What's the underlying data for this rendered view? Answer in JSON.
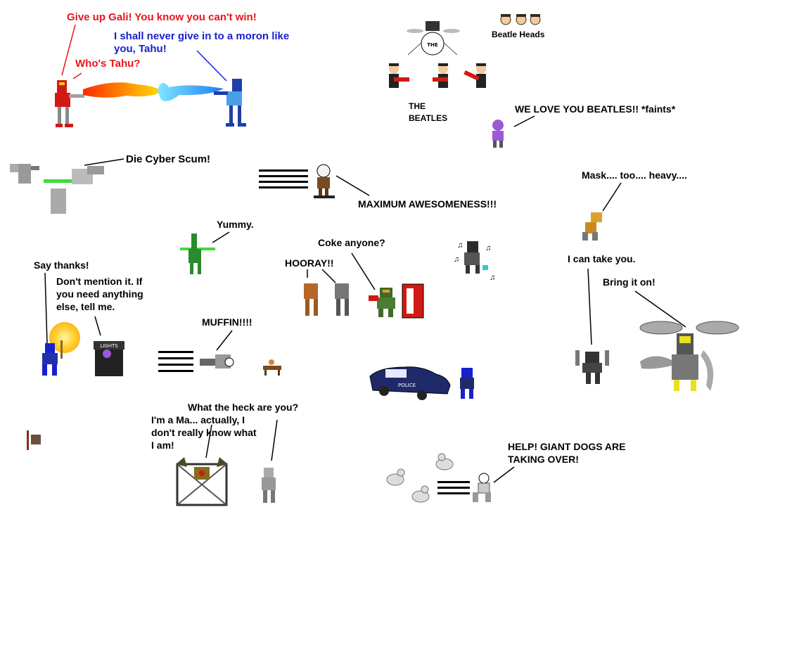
{
  "colors": {
    "red_speech": "#e8161b",
    "blue_speech": "#1721cf",
    "fire": "#ff3b00",
    "water": "#2a9df4",
    "saber": "#3ddc3d"
  },
  "labels": {
    "gali_taunt": "Give up Gali! You know you can't win!",
    "gali_reply": "I shall never give in to a moron like\nyou, Tahu!",
    "whos_tahu": "Who's Tahu?",
    "beatle_heads": "Beatle Heads",
    "the_beatles": "THE\nBEATLES",
    "drum_label": "THE",
    "beatles_fan": "WE LOVE YOU BEATLES!! *faints*",
    "cyber_scum": "Die Cyber Scum!",
    "awesomeness": "MAXIMUM AWESOMENESS!!!",
    "mask_heavy": "Mask.... too.... heavy....",
    "yummy": "Yummy.",
    "coke": "Coke anyone?",
    "hooray": "HOORAY!!",
    "say_thanks": "Say thanks!",
    "dont_mention": "Don't mention it. If\nyou need anything\nelse, tell me.",
    "lights_sign": "LIGHTS",
    "muffin": "MUFFIN!!!!",
    "take_you": "I can take you.",
    "bring_it": "Bring it on!",
    "police": "POLICE",
    "what_are_you": "What the heck are you?",
    "im_a_ma": "I'm a Ma... actually, I\ndon't really know what\nI am!",
    "giant_dogs": "HELP! GIANT DOGS ARE\nTAKING OVER!"
  }
}
